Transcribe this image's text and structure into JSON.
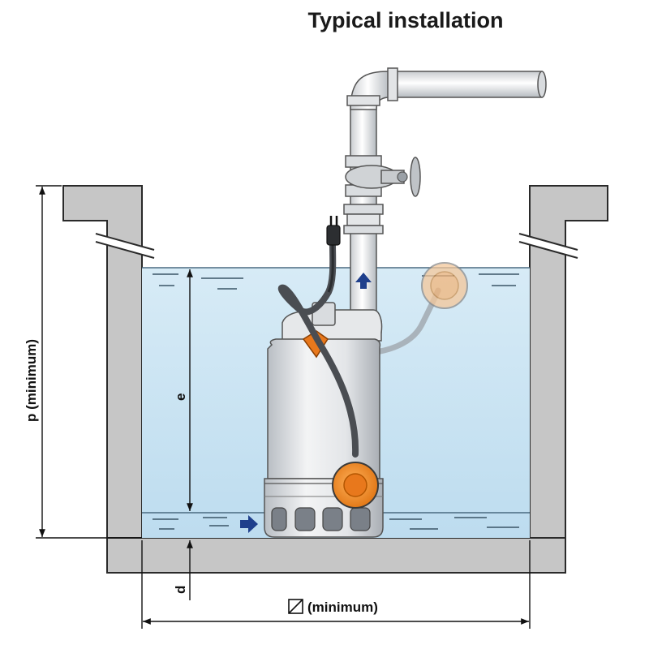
{
  "title": "Typical installation",
  "labels": {
    "p": "p (minimum)",
    "e": "e",
    "d": "d",
    "width": "(minimum)"
  },
  "colors": {
    "water": "#cfe6f3",
    "wall": "#c8c8c8",
    "arrow": "#1f3f8c",
    "float_switch": "#f08a24",
    "cable": "#555555"
  }
}
